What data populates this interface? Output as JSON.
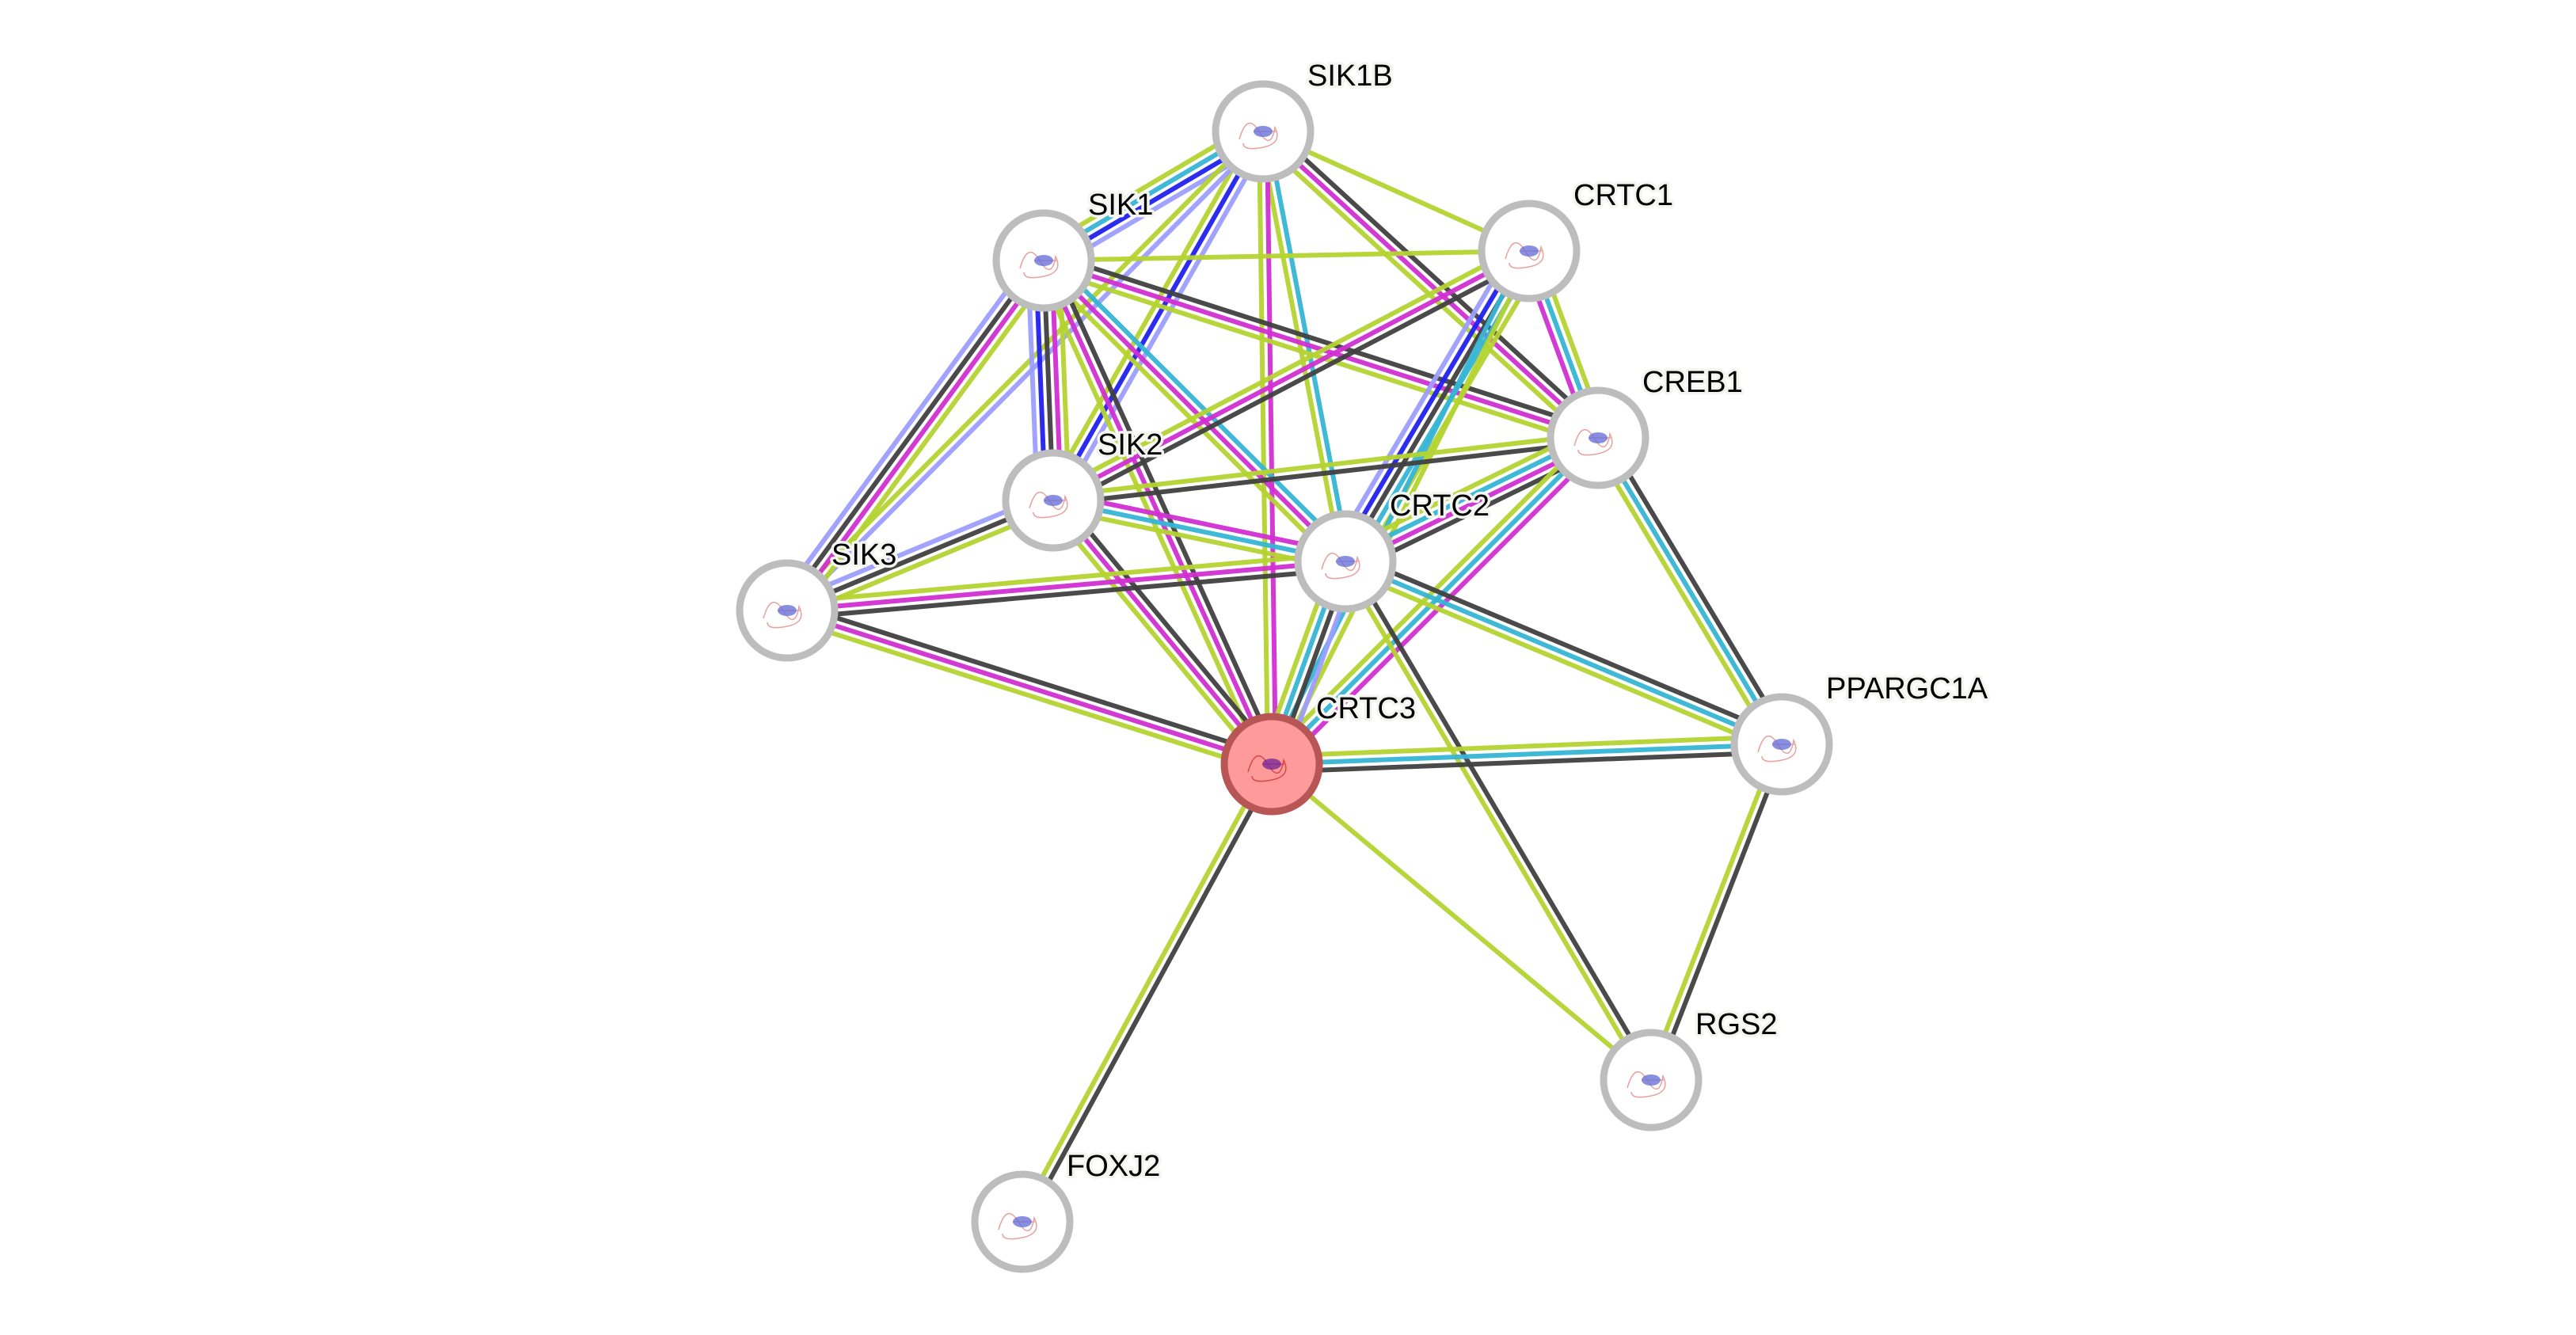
{
  "colors": {
    "curated": "#35b5d4",
    "experimental": "#d12fd1",
    "cooccurrence": "#2121ee",
    "textmining": "#b4d330",
    "coexpression": "#404040",
    "homology": "#9d9dff",
    "node_border": "#bdbdbd",
    "node_fill": "#ffffff",
    "query_fill": "#ff9a9a",
    "query_border": "#b85555"
  },
  "nodes": [
    {
      "id": "SIK1B",
      "label": "SIK1B"
    },
    {
      "id": "SIK1",
      "label": "SIK1"
    },
    {
      "id": "CRTC1",
      "label": "CRTC1"
    },
    {
      "id": "CREB1",
      "label": "CREB1"
    },
    {
      "id": "SIK2",
      "label": "SIK2"
    },
    {
      "id": "CRTC2",
      "label": "CRTC2"
    },
    {
      "id": "SIK3",
      "label": "SIK3"
    },
    {
      "id": "CRTC3",
      "label": "CRTC3",
      "query": true
    },
    {
      "id": "PPARGC1A",
      "label": "PPARGC1A"
    },
    {
      "id": "RGS2",
      "label": "RGS2"
    },
    {
      "id": "FOXJ2",
      "label": "FOXJ2"
    }
  ],
  "edges": [
    {
      "a": "SIK1B",
      "b": "SIK1",
      "ev": [
        "homology",
        "cooccurrence",
        "curated",
        "textmining"
      ]
    },
    {
      "a": "SIK1B",
      "b": "SIK2",
      "ev": [
        "homology",
        "cooccurrence",
        "textmining"
      ]
    },
    {
      "a": "SIK1B",
      "b": "SIK3",
      "ev": [
        "homology",
        "textmining"
      ]
    },
    {
      "a": "SIK1B",
      "b": "CRTC1",
      "ev": [
        "textmining"
      ]
    },
    {
      "a": "SIK1B",
      "b": "CREB1",
      "ev": [
        "coexpression",
        "experimental",
        "textmining"
      ]
    },
    {
      "a": "SIK1B",
      "b": "CRTC2",
      "ev": [
        "curated",
        "textmining"
      ]
    },
    {
      "a": "SIK1B",
      "b": "CRTC3",
      "ev": [
        "experimental",
        "textmining"
      ]
    },
    {
      "a": "SIK1",
      "b": "CRTC1",
      "ev": [
        "textmining"
      ]
    },
    {
      "a": "SIK1",
      "b": "CREB1",
      "ev": [
        "coexpression",
        "experimental",
        "textmining"
      ]
    },
    {
      "a": "SIK1",
      "b": "SIK2",
      "ev": [
        "textmining",
        "experimental",
        "coexpression",
        "cooccurrence",
        "homology"
      ]
    },
    {
      "a": "SIK1",
      "b": "SIK3",
      "ev": [
        "textmining",
        "experimental",
        "coexpression",
        "homology"
      ]
    },
    {
      "a": "SIK1",
      "b": "CRTC2",
      "ev": [
        "curated",
        "experimental",
        "textmining"
      ]
    },
    {
      "a": "SIK1",
      "b": "CRTC3",
      "ev": [
        "coexpression",
        "experimental",
        "textmining"
      ]
    },
    {
      "a": "CRTC1",
      "b": "SIK2",
      "ev": [
        "coexpression",
        "experimental",
        "textmining"
      ]
    },
    {
      "a": "CRTC1",
      "b": "CRTC2",
      "ev": [
        "textmining",
        "curated",
        "coexpression",
        "cooccurrence",
        "homology"
      ]
    },
    {
      "a": "CRTC1",
      "b": "CREB1",
      "ev": [
        "textmining",
        "curated",
        "experimental"
      ]
    },
    {
      "a": "CRTC1",
      "b": "CRTC3",
      "ev": [
        "textmining",
        "curated"
      ]
    },
    {
      "a": "CREB1",
      "b": "SIK2",
      "ev": [
        "coexpression",
        "textmining"
      ]
    },
    {
      "a": "CREB1",
      "b": "CRTC2",
      "ev": [
        "coexpression",
        "experimental",
        "curated",
        "textmining"
      ]
    },
    {
      "a": "CREB1",
      "b": "CRTC3",
      "ev": [
        "experimental",
        "curated",
        "textmining"
      ]
    },
    {
      "a": "CREB1",
      "b": "PPARGC1A",
      "ev": [
        "coexpression",
        "curated",
        "textmining"
      ]
    },
    {
      "a": "SIK2",
      "b": "SIK3",
      "ev": [
        "textmining",
        "coexpression",
        "homology"
      ]
    },
    {
      "a": "SIK2",
      "b": "CRTC2",
      "ev": [
        "experimental",
        "curated",
        "textmining"
      ]
    },
    {
      "a": "SIK2",
      "b": "CRTC3",
      "ev": [
        "coexpression",
        "experimental",
        "textmining"
      ]
    },
    {
      "a": "SIK3",
      "b": "CRTC2",
      "ev": [
        "textmining",
        "experimental",
        "coexpression"
      ]
    },
    {
      "a": "SIK3",
      "b": "CRTC3",
      "ev": [
        "coexpression",
        "experimental",
        "textmining"
      ]
    },
    {
      "a": "CRTC2",
      "b": "CRTC3",
      "ev": [
        "homology",
        "coexpression",
        "curated",
        "textmining"
      ]
    },
    {
      "a": "CRTC2",
      "b": "PPARGC1A",
      "ev": [
        "coexpression",
        "curated",
        "textmining"
      ]
    },
    {
      "a": "CRTC2",
      "b": "RGS2",
      "ev": [
        "coexpression",
        "textmining"
      ]
    },
    {
      "a": "CRTC3",
      "b": "PPARGC1A",
      "ev": [
        "textmining",
        "curated",
        "coexpression"
      ]
    },
    {
      "a": "CRTC3",
      "b": "RGS2",
      "ev": [
        "textmining"
      ]
    },
    {
      "a": "CRTC3",
      "b": "FOXJ2",
      "ev": [
        "coexpression",
        "textmining"
      ]
    },
    {
      "a": "PPARGC1A",
      "b": "RGS2",
      "ev": [
        "coexpression",
        "textmining"
      ]
    }
  ]
}
